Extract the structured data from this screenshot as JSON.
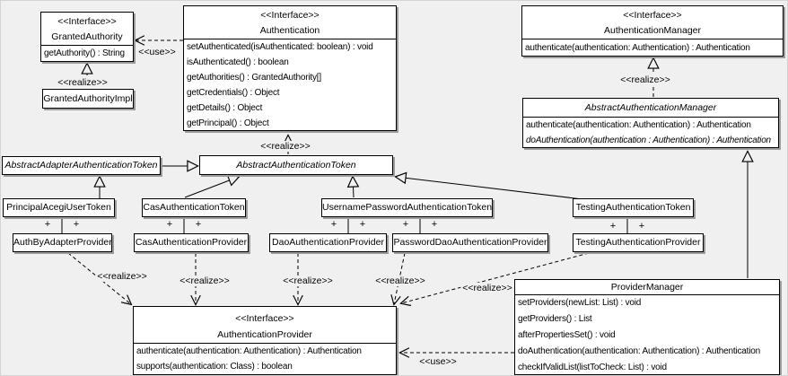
{
  "boxes": {
    "granted_authority": {
      "stereotype": "<<Interface>>",
      "title": "GrantedAuthority",
      "methods": [
        "getAuthority() : String"
      ]
    },
    "granted_authority_impl": {
      "title": "GrantedAuthorityImpl"
    },
    "authentication": {
      "stereotype": "<<Interface>>",
      "title": "Authentication",
      "methods": [
        "setAuthenticated(isAuthenticated: boolean) : void",
        "isAuthenticated() : boolean",
        "getAuthorities() : GrantedAuthority[]",
        "getCredentials() : Object",
        "getDetails() : Object",
        "getPrincipal() : Object"
      ]
    },
    "authentication_manager": {
      "stereotype": "<<Interface>>",
      "title": "AuthenticationManager",
      "methods": [
        "authenticate(authentication: Authentication) : Authentication"
      ]
    },
    "abstract_authentication_manager": {
      "title": "AbstractAuthenticationManager",
      "methods": [
        "authenticate(authentication: Authentication) : Authentication",
        "doAuthentication(authentication : Authentication) : Authentication"
      ]
    },
    "abstract_adapter_authentication_token": {
      "title": "AbstractAdapterAuthenticationToken"
    },
    "abstract_authentication_token": {
      "title": "AbstractAuthenticationToken"
    },
    "principal_acegi_user_token": {
      "title": "PrincipalAcegiUserToken"
    },
    "cas_authentication_token": {
      "title": "CasAuthenticationToken"
    },
    "username_password_authentication_token": {
      "title": "UsernamePasswordAuthenticationToken"
    },
    "testing_authentication_token": {
      "title": "TestingAuthenticationToken"
    },
    "auth_by_adapter_provider": {
      "title": "AuthByAdapterProvider"
    },
    "cas_authentication_provider": {
      "title": "CasAuthenticationProvider"
    },
    "dao_authentication_provider": {
      "title": "DaoAuthenticationProvider"
    },
    "password_dao_authentication_provider": {
      "title": "PasswordDaoAuthenticationProvider"
    },
    "testing_authentication_provider": {
      "title": "TestingAuthenticationProvider"
    },
    "authentication_provider": {
      "stereotype": "<<Interface>>",
      "title": "AuthenticationProvider",
      "methods": [
        "authenticate(authentication: Authentication) : Authentication",
        "supports(authentication: Class) : boolean"
      ]
    },
    "provider_manager": {
      "title": "ProviderManager",
      "methods": [
        "setProviders(newList: List) : void",
        "getProviders() : List",
        "afterPropertiesSet() : void",
        "doAuthentication(authentication: Authentication) : Authentication",
        "checkIfValidList(listToCheck: List) : void"
      ]
    }
  },
  "edge_labels": {
    "use_authentication_granted": "<<use>>",
    "realize_granted_impl": "<<realize>>",
    "realize_abstract_token": "<<realize>>",
    "realize_abstract_manager": "<<realize>>",
    "realize_auth_by_adapter": "<<realize>>",
    "realize_cas_provider": "<<realize>>",
    "realize_dao_provider": "<<realize>>",
    "realize_password_dao_provider": "<<realize>>",
    "realize_testing_provider": "<<realize>>",
    "use_provider_manager": "<<use>>",
    "plus": "+"
  },
  "colors": {
    "background": "#f0f0f0",
    "box_fill": "#ffffff",
    "line": "#000000",
    "shadow": "#9b9b9b"
  }
}
